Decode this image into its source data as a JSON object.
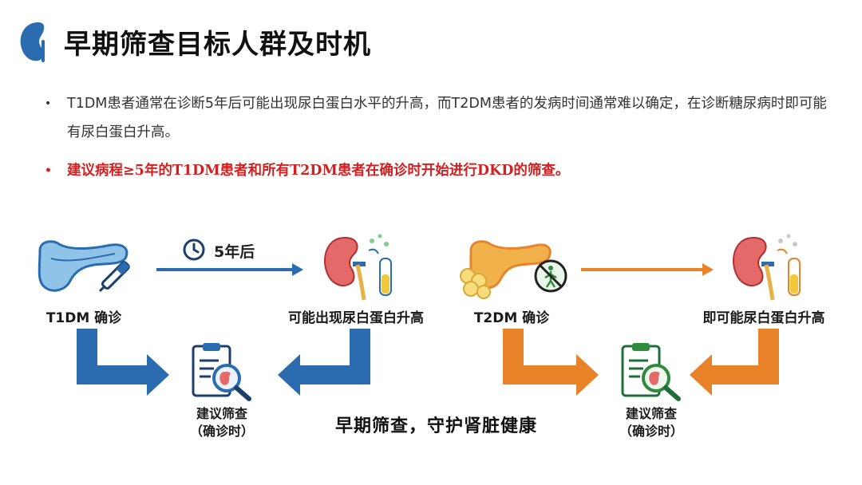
{
  "header": {
    "title": "早期筛查目标人群及时机",
    "logo_icon": "kidney-icon"
  },
  "bullets": [
    {
      "text": "T1DM患者通常在诊断5年后可能出现尿白蛋白水平的升高，而T2DM患者的发病时间通常难以确定，在诊断糖尿病时即可能有尿白蛋白升高。",
      "color": "#333333"
    },
    {
      "text": "建议病程≥5年的T1DM患者和所有T2DM患者在确诊时开始进行DKD的筛查。",
      "color": "#d32020"
    }
  ],
  "diagram": {
    "left": {
      "start_label": "T1DM 确诊",
      "time_label": "5年后",
      "end_label": "可能出现尿白蛋白升高",
      "screen_line1": "建议筛查",
      "screen_line2": "（确诊时）",
      "arrow_color": "#2b6cb0"
    },
    "right": {
      "start_label": "T2DM 确诊",
      "end_label": "即可能尿白蛋白升高",
      "screen_line1": "建议筛查",
      "screen_line2": "（确诊时）",
      "arrow_color": "#e8832a"
    },
    "slogan": "早期筛查，守护肾脏健康",
    "icons": [
      "pancreas-icon",
      "insulin-pen-icon",
      "clock-icon",
      "kidney-test-tube-icon",
      "clipboard-magnifier-icon",
      "no-exercise-icon"
    ]
  }
}
